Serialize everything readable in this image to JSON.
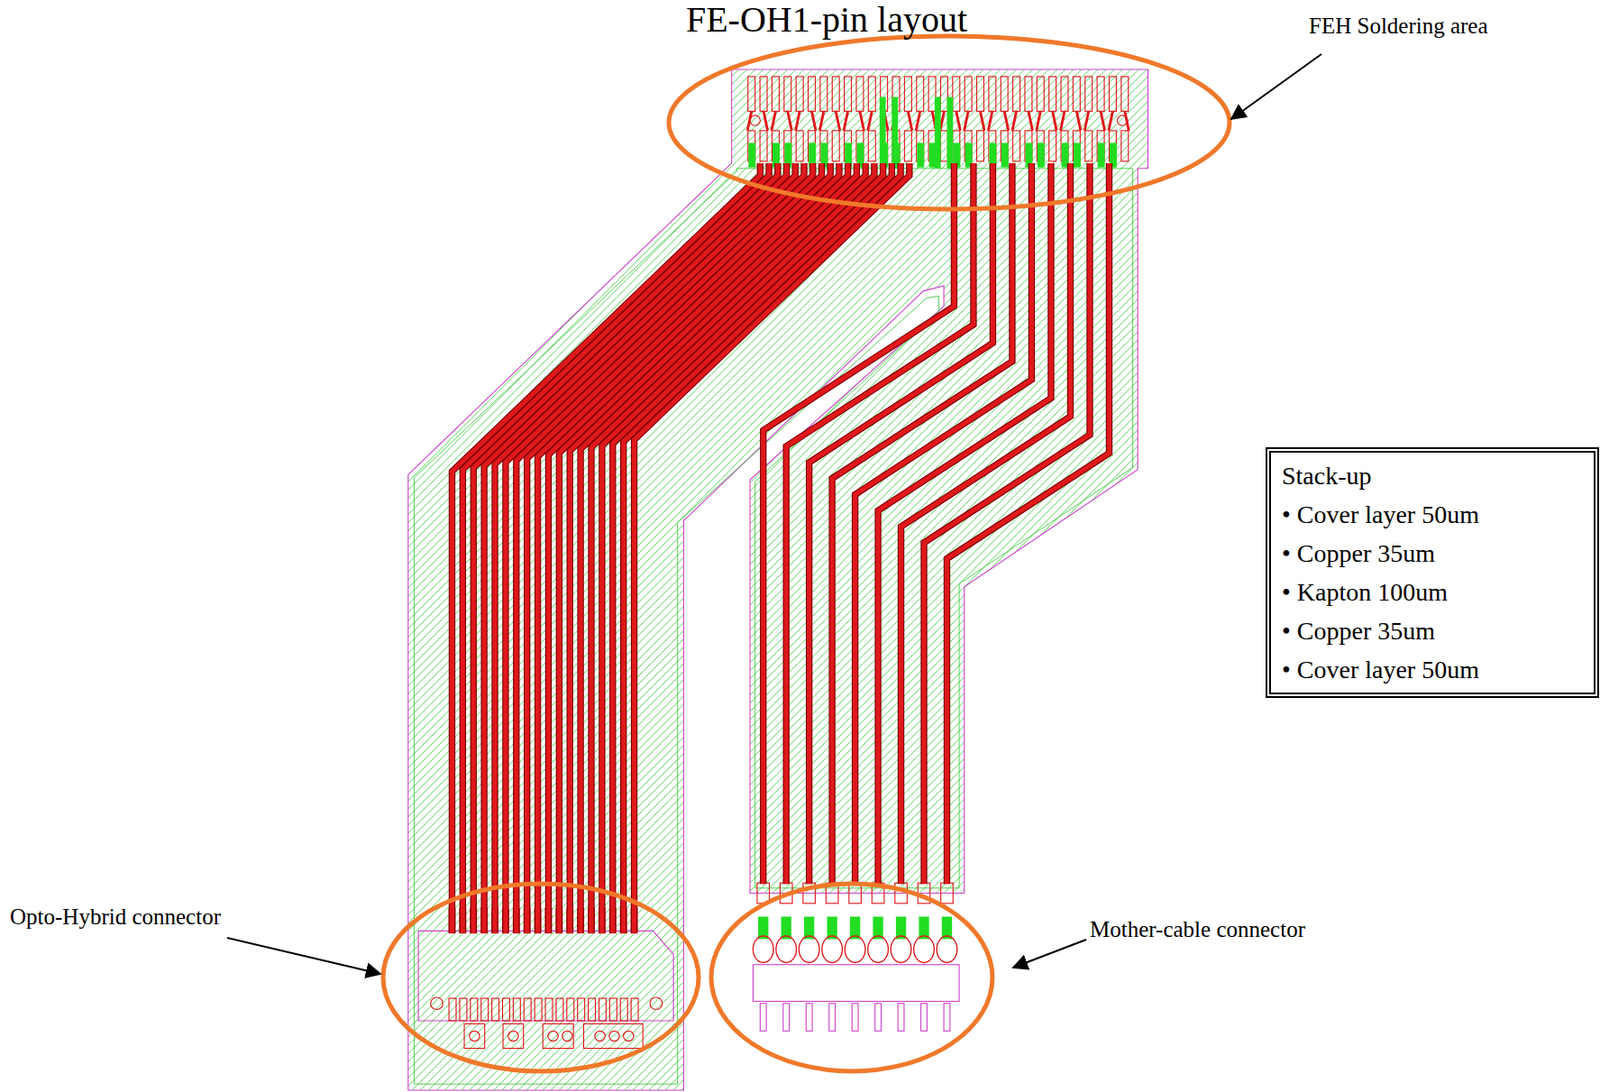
{
  "diagram": {
    "title": "FE-OH1-pin layout",
    "nodes": [
      {
        "text": [
          "Stack-up",
          "• Cover layer 50um",
          "• Copper 35um",
          "• Kapton 100um",
          "• Copper 35um",
          "• Cover layer 50um"
        ]
      }
    ],
    "labels": [
      "FEH Soldering area",
      "Opto-Hybrid connector",
      "Mother-cable connector"
    ]
  }
}
